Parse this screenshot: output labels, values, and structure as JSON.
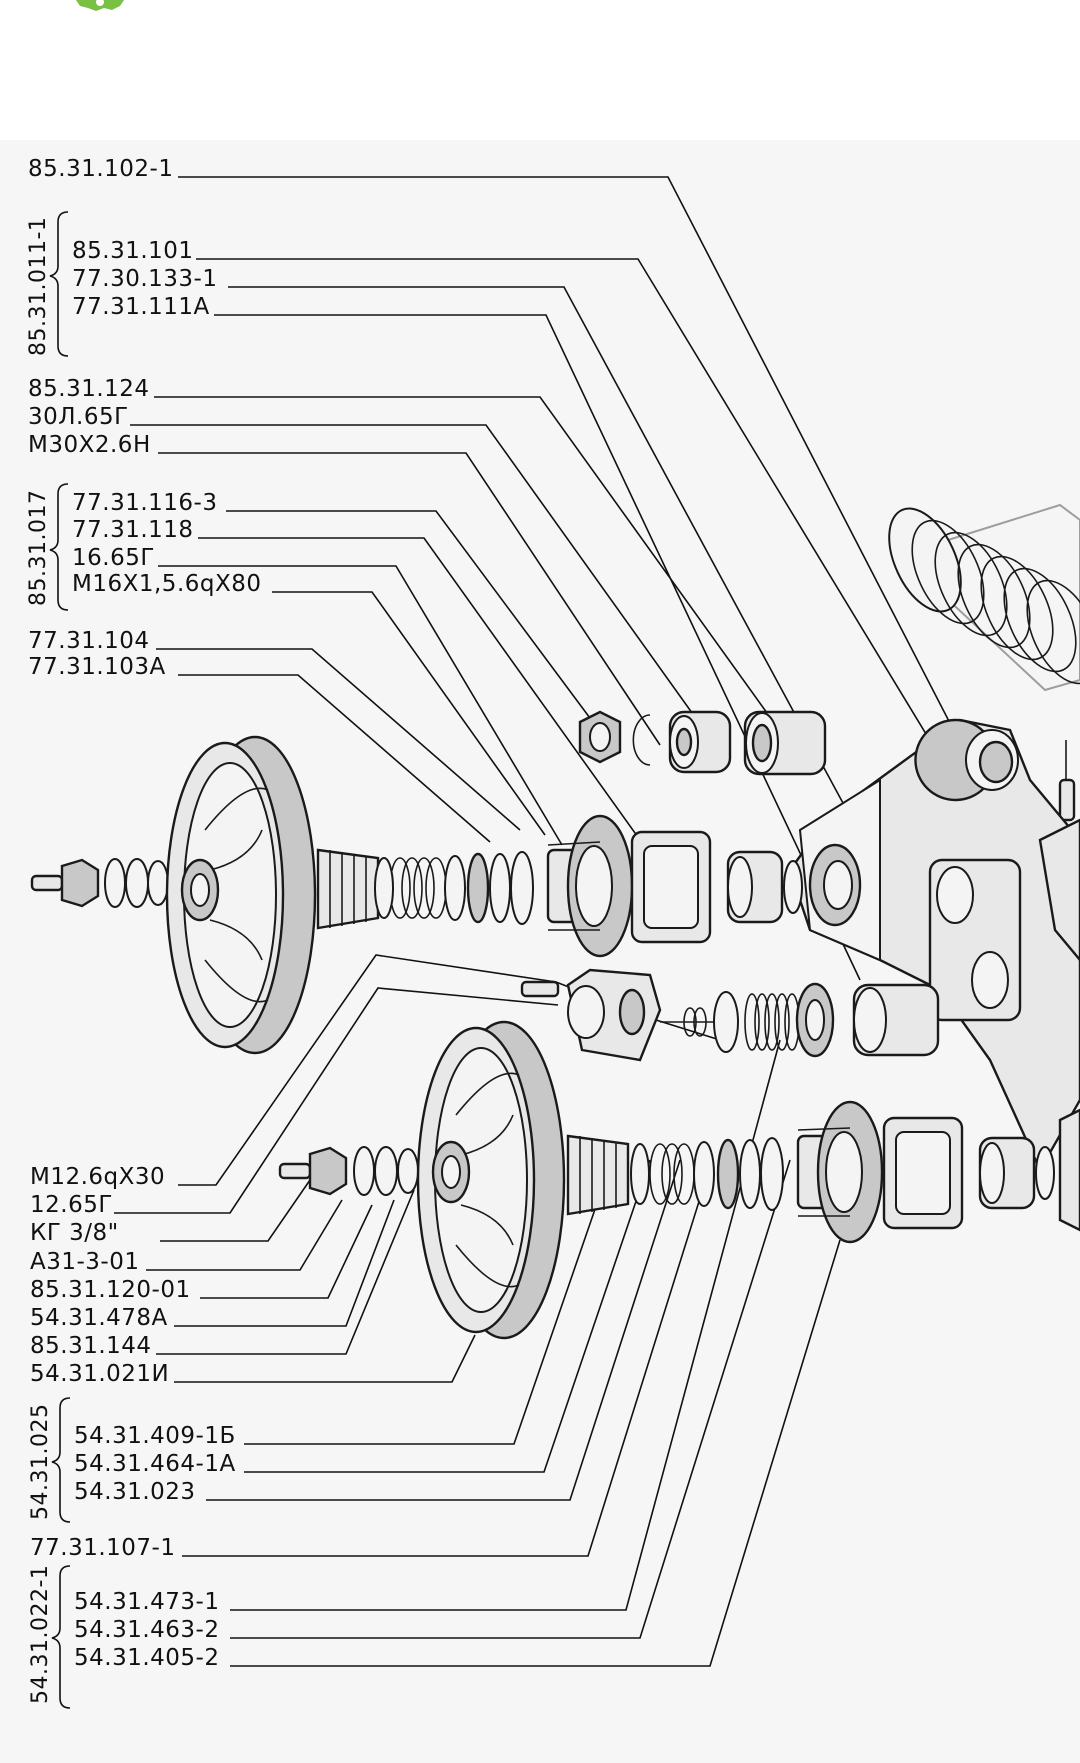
{
  "diagram": {
    "labels": [
      {
        "id": "l1",
        "text": "85.31.102-1"
      },
      {
        "id": "l2",
        "text": "85.31.101"
      },
      {
        "id": "l3",
        "text": "77.30.133-1"
      },
      {
        "id": "l4",
        "text": "77.31.111А"
      },
      {
        "id": "l5",
        "text": "85.31.124"
      },
      {
        "id": "l6",
        "text": "30Л.65Г"
      },
      {
        "id": "l7",
        "text": "М30Х2.6Н"
      },
      {
        "id": "l8",
        "text": "77.31.116-3"
      },
      {
        "id": "l9",
        "text": "77.31.118"
      },
      {
        "id": "l10",
        "text": "16.65Г"
      },
      {
        "id": "l11",
        "text": "М16Х1,5.6qХ80"
      },
      {
        "id": "l12",
        "text": "77.31.104"
      },
      {
        "id": "l13",
        "text": "77.31.103А"
      },
      {
        "id": "l14",
        "text": "М12.6qХ30"
      },
      {
        "id": "l15",
        "text": "12.65Г"
      },
      {
        "id": "l16",
        "text": "КГ 3/8\""
      },
      {
        "id": "l17",
        "text": "А31-3-01"
      },
      {
        "id": "l18",
        "text": "85.31.120-01"
      },
      {
        "id": "l19",
        "text": "54.31.478А"
      },
      {
        "id": "l20",
        "text": "85.31.144"
      },
      {
        "id": "l21",
        "text": "54.31.021И"
      },
      {
        "id": "l22",
        "text": "54.31.409-1Б"
      },
      {
        "id": "l23",
        "text": "54.31.464-1А"
      },
      {
        "id": "l24",
        "text": "54.31.023"
      },
      {
        "id": "l25",
        "text": "77.31.107-1"
      },
      {
        "id": "l26",
        "text": "54.31.473-1"
      },
      {
        "id": "l27",
        "text": "54.31.463-2"
      },
      {
        "id": "l28",
        "text": "54.31.405-2"
      }
    ],
    "groups": [
      {
        "id": "g1",
        "text": "85.31.011-1"
      },
      {
        "id": "g2",
        "text": "85.31.017"
      },
      {
        "id": "g3",
        "text": "54.31.025"
      },
      {
        "id": "g4",
        "text": "54.31.022-1"
      }
    ],
    "colors": {
      "background": "#f6f6f6",
      "ink": "#111111",
      "logo_green": "#7ac143"
    }
  }
}
